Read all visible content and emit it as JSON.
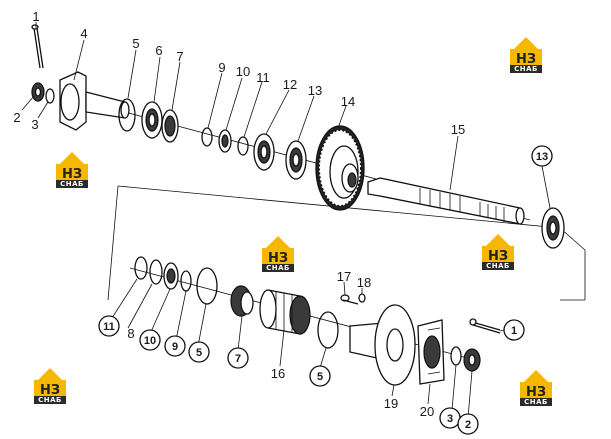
{
  "diagram": {
    "part_numbers": {
      "p1a": "1",
      "p2a": "2",
      "p3a": "3",
      "p4": "4",
      "p5a": "5",
      "p6": "6",
      "p7a": "7",
      "p9a": "9",
      "p10a": "10",
      "p11a": "11",
      "p12": "12",
      "p13a": "13",
      "p14": "14",
      "p15": "15",
      "p13b": "13",
      "p17": "17",
      "p18": "18",
      "p11b": "11",
      "p8": "8",
      "p10b": "10",
      "p9b": "9",
      "p5b": "5",
      "p7b": "7",
      "p16": "16",
      "p5c": "5",
      "p19": "19",
      "p20": "20",
      "p3b": "3",
      "p2b": "2",
      "p1b": "1"
    },
    "watermark": {
      "top_text": "НЗ",
      "bottom_text": "СНАБ"
    },
    "colors": {
      "watermark_yellow": "#f5b700",
      "watermark_dark": "#2b2b2b",
      "line": "#111111"
    }
  }
}
